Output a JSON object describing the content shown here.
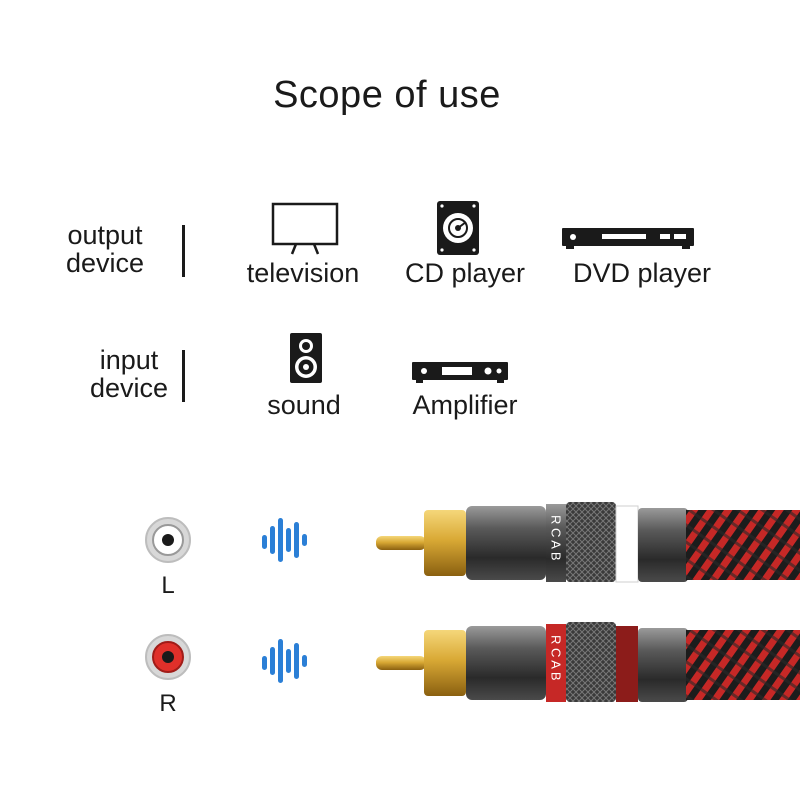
{
  "title": "Scope of use",
  "output": {
    "category": [
      "output",
      "device"
    ],
    "devices": [
      {
        "label": "television",
        "icon": "television-icon"
      },
      {
        "label": "CD player",
        "icon": "cd-player-icon"
      },
      {
        "label": "DVD player",
        "icon": "dvd-player-icon"
      }
    ]
  },
  "input": {
    "category": [
      "input",
      "device"
    ],
    "devices": [
      {
        "label": "sound",
        "icon": "speaker-icon"
      },
      {
        "label": "Amplifier",
        "icon": "amplifier-icon"
      }
    ]
  },
  "channels": [
    {
      "label": "L",
      "color": "#ffffff"
    },
    {
      "label": "R",
      "color": "#e0302a"
    }
  ],
  "cable_print": {
    "white": "R C A B",
    "red": "R C A B"
  },
  "colors": {
    "wave": "#2b7fd6",
    "gold": "#d9a935",
    "braid_red": "#c62826",
    "braid_black": "#1c1c1c"
  }
}
